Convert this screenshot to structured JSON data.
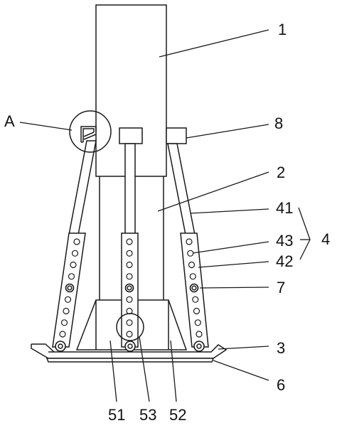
{
  "labels": {
    "l1": "1",
    "l2": "2",
    "l3": "3",
    "l4": "4",
    "l41": "41",
    "l42": "42",
    "l43": "43",
    "l6": "6",
    "l7": "7",
    "l8": "8",
    "l51": "51",
    "l52": "52",
    "l53": "53",
    "lA": "A"
  }
}
